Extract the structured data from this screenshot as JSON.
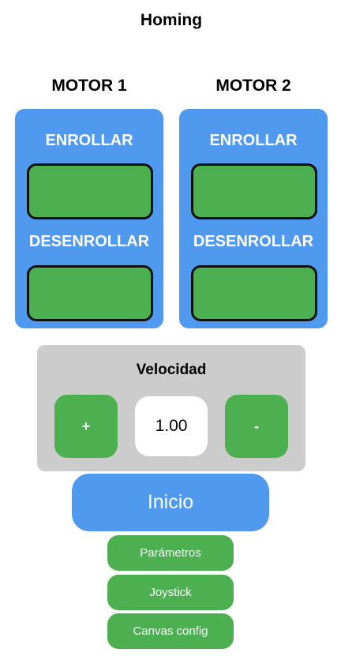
{
  "page_title": "Homing",
  "motors": [
    {
      "title": "MOTOR 1",
      "roll_label": "ENROLLAR",
      "unroll_label": "DESENROLLAR"
    },
    {
      "title": "MOTOR 2",
      "roll_label": "ENROLLAR",
      "unroll_label": "DESENROLLAR"
    }
  ],
  "speed": {
    "title": "Velocidad",
    "increase_label": "+",
    "value": "1.00",
    "decrease_label": "-"
  },
  "start_label": "Inicio",
  "nav": [
    {
      "label": "Parámetros"
    },
    {
      "label": "Joystick"
    },
    {
      "label": "Canvas config"
    }
  ],
  "colors": {
    "panel_blue": "#4f99ef",
    "button_green": "#4caf50",
    "speed_box_gray": "#cccccc"
  }
}
